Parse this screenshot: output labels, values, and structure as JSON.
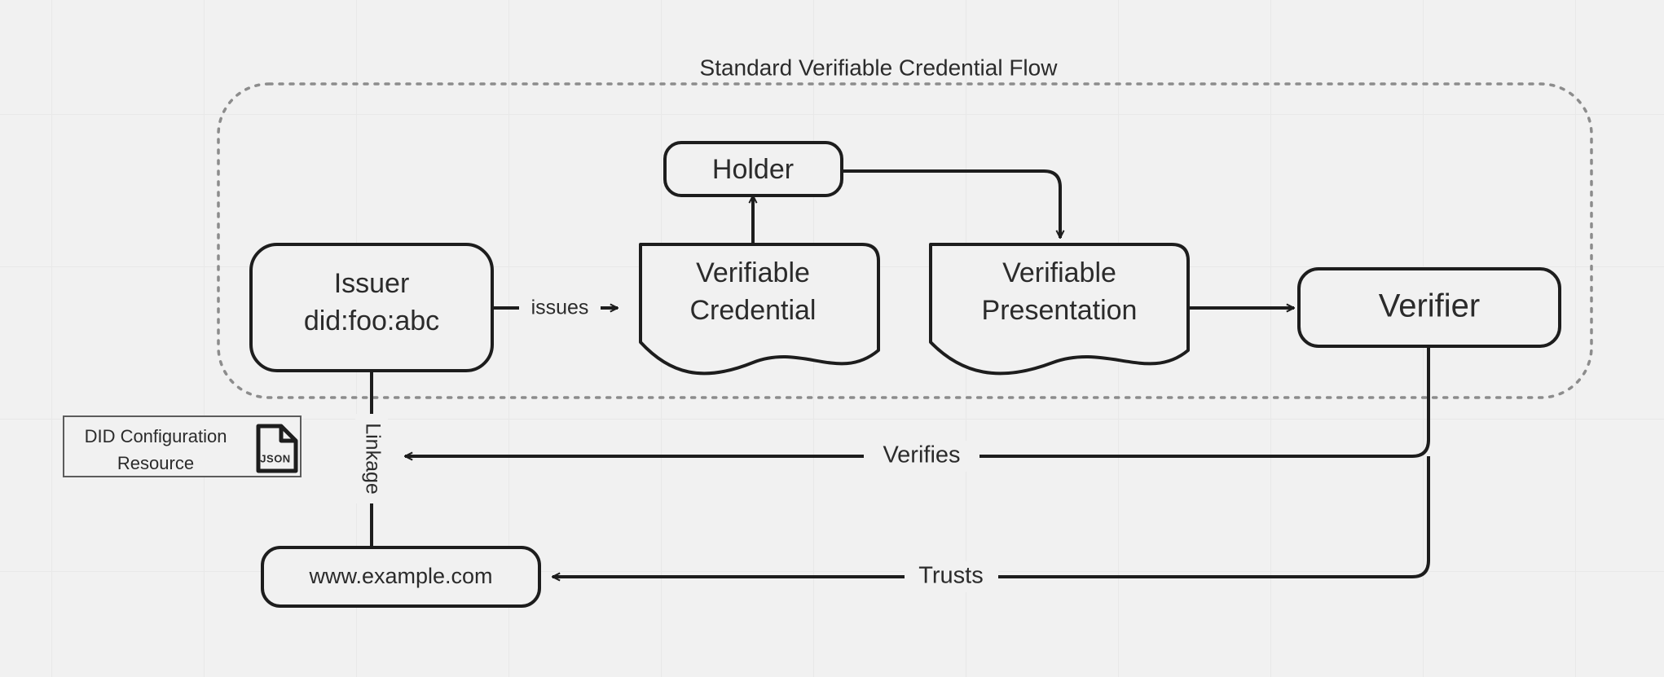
{
  "diagram": {
    "title": "Standard Verifiable Credential Flow",
    "background_color": "#f1f1f1",
    "grid_color": "#e8e8e8",
    "stroke_color": "#1d1d1d",
    "boundary_color": "#8c8c8c"
  },
  "nodes": {
    "issuer": {
      "line1": "Issuer",
      "line2": "did:foo:abc",
      "shape": "rounded-rect"
    },
    "holder": {
      "label": "Holder",
      "shape": "rounded-rect"
    },
    "verifiable_credential": {
      "line1": "Verifiable",
      "line2": "Credential",
      "shape": "document"
    },
    "verifiable_presentation": {
      "line1": "Verifiable",
      "line2": "Presentation",
      "shape": "document"
    },
    "verifier": {
      "label": "Verifier",
      "shape": "rounded-rect"
    },
    "did_configuration_resource": {
      "line1": "DID Configuration",
      "line2": "Resource",
      "shape": "rect",
      "icon_label": "JSON",
      "icon_name": "json-file-icon"
    },
    "website": {
      "label": "www.example.com",
      "shape": "rounded-rect"
    }
  },
  "edges": {
    "issues": {
      "label": "issues",
      "from": "issuer",
      "to": "verifiable_credential"
    },
    "credential_to_holder": {
      "label": "",
      "from": "verifiable_credential",
      "to": "holder"
    },
    "holder_to_presentation": {
      "label": "",
      "from": "holder",
      "to": "verifiable_presentation"
    },
    "presentation_to_verifier": {
      "label": "",
      "from": "verifiable_presentation",
      "to": "verifier"
    },
    "linkage": {
      "label": "Linkage",
      "from": "issuer",
      "to": "website"
    },
    "verifies": {
      "label": "Verifies",
      "from": "verifier",
      "to": "did_configuration_resource"
    },
    "trusts": {
      "label": "Trusts",
      "from": "verifier",
      "to": "website"
    }
  }
}
